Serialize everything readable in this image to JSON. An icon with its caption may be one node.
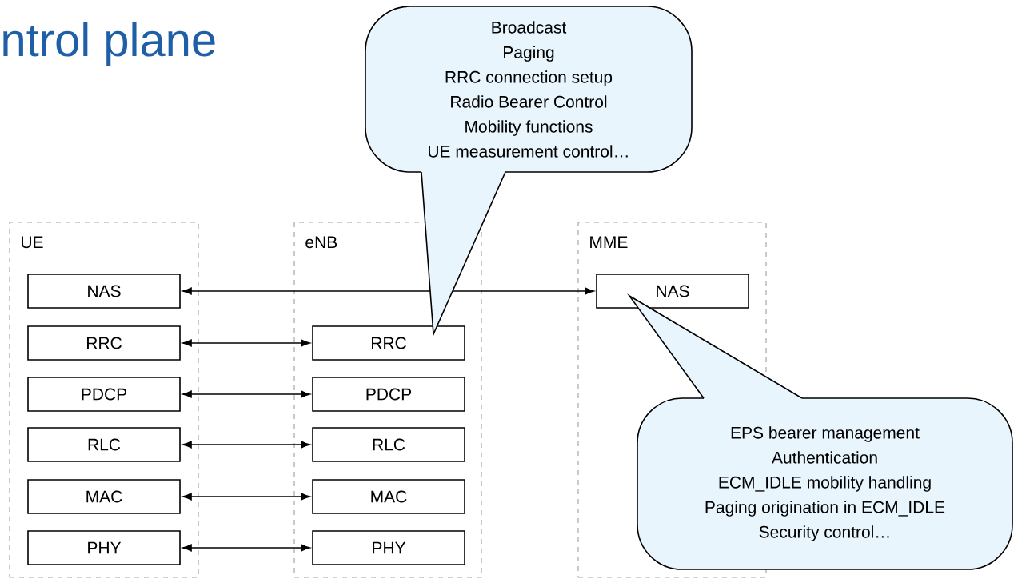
{
  "diagram": {
    "title": "ntrol plane",
    "nodes": [
      {
        "text": [
          "UE"
        ]
      },
      {
        "text": [
          "NAS"
        ],
        "in": 0
      },
      {
        "text": [
          "RRC"
        ],
        "in": 0
      },
      {
        "text": [
          "PDCP"
        ],
        "in": 0
      },
      {
        "text": [
          "RLC"
        ],
        "in": 0
      },
      {
        "text": [
          "MAC"
        ],
        "in": 0
      },
      {
        "text": [
          "PHY"
        ],
        "in": 0
      },
      {
        "text": [
          "eNB"
        ]
      },
      {
        "text": [
          "RRC"
        ],
        "in": 7
      },
      {
        "text": [
          "PDCP"
        ],
        "in": 7
      },
      {
        "text": [
          "RLC"
        ],
        "in": 7
      },
      {
        "text": [
          "MAC"
        ],
        "in": 7
      },
      {
        "text": [
          "PHY"
        ],
        "in": 7
      },
      {
        "text": [
          "MME"
        ]
      },
      {
        "text": [
          "NAS"
        ],
        "in": 13
      },
      {
        "text": [
          "Broadcast",
          "Paging",
          "RRC connection setup",
          "Radio Bearer Control",
          "Mobility functions",
          "UE measurement control…"
        ]
      },
      {
        "text": [
          "EPS bearer management",
          "Authentication",
          "ECM_IDLE mobility handling",
          "Paging origination in ECM_IDLE",
          "Security control…"
        ]
      }
    ],
    "edges": [
      {
        "from": 1,
        "to": 14,
        "arrow": "both"
      },
      {
        "from": 2,
        "to": 8,
        "arrow": "both"
      },
      {
        "from": 3,
        "to": 9,
        "arrow": "both"
      },
      {
        "from": 4,
        "to": 10,
        "arrow": "both"
      },
      {
        "from": 5,
        "to": 11,
        "arrow": "both"
      },
      {
        "from": 6,
        "to": 12,
        "arrow": "both"
      }
    ]
  }
}
